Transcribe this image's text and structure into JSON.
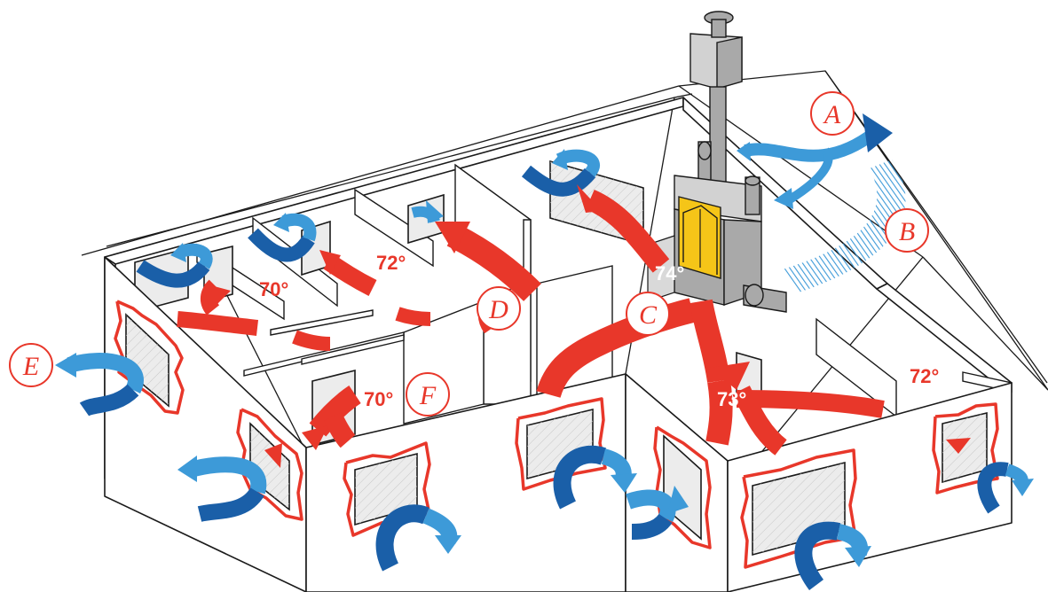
{
  "temperatures": {
    "stove_room": "74°",
    "bedroom_mid": "72°",
    "bedroom_left": "70°",
    "front_left_room": "70°",
    "front_right_room": "73°",
    "right_room": "72°"
  },
  "markers": {
    "A": "A",
    "B": "B",
    "C": "C",
    "D": "D",
    "E": "E",
    "F": "F"
  },
  "colors": {
    "warm_air": "#e8372a",
    "cool_air_light": "#3d9ad8",
    "cool_air_dark": "#1a5fa8",
    "stove_glass": "#f5c518",
    "stove_body": "#a9a9a9",
    "outline": "#1a1a1a"
  },
  "icons": {
    "stove": "wood-stove-icon",
    "chimney": "chimney-icon",
    "warm_flow": "red-curved-arrow",
    "cold_flow": "blue-curved-arrow"
  }
}
